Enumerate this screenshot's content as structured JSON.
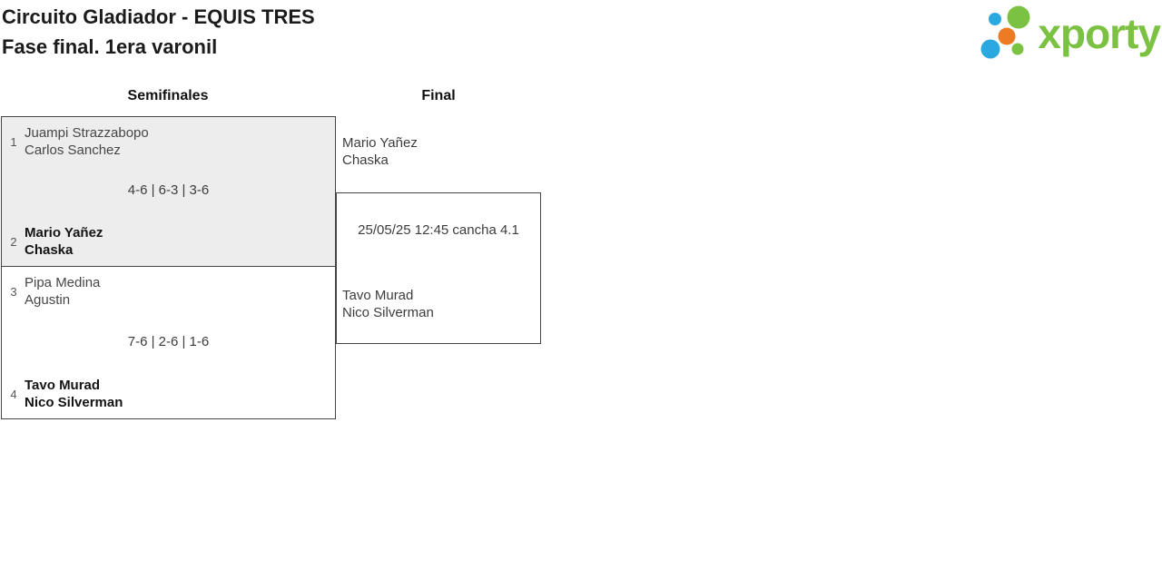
{
  "page": {
    "title_line1": "Circuito Gladiador - EQUIS TRES",
    "title_line2": "Fase final. 1era varonil"
  },
  "logo": {
    "wordmark": "xporty",
    "colors": {
      "green": "#7bc142",
      "blue": "#2aa9e0",
      "orange": "#ec7b23"
    }
  },
  "bracket": {
    "round_headers": {
      "semifinals": "Semifinales",
      "final": "Final"
    },
    "semifinals": [
      {
        "score": "4-6 | 6-3 | 3-6",
        "teams": [
          {
            "seed": "1",
            "line1": "Juampi Strazzabopo",
            "line2": "Carlos Sanchez",
            "winner": false
          },
          {
            "seed": "2",
            "line1": "Mario Yañez",
            "line2": "Chaska",
            "winner": true
          }
        ]
      },
      {
        "score": "7-6 | 2-6 | 1-6",
        "teams": [
          {
            "seed": "3",
            "line1": "Pipa Medina",
            "line2": "Agustin",
            "winner": false
          },
          {
            "seed": "4",
            "line1": "Tavo Murad",
            "line2": "Nico Silverman",
            "winner": true
          }
        ]
      }
    ],
    "final": {
      "team1_line1": "Mario Yañez",
      "team1_line2": "Chaska",
      "schedule": "25/05/25 12:45 cancha 4.1",
      "team2_line1": "Tavo Murad",
      "team2_line2": "Nico Silverman"
    }
  }
}
